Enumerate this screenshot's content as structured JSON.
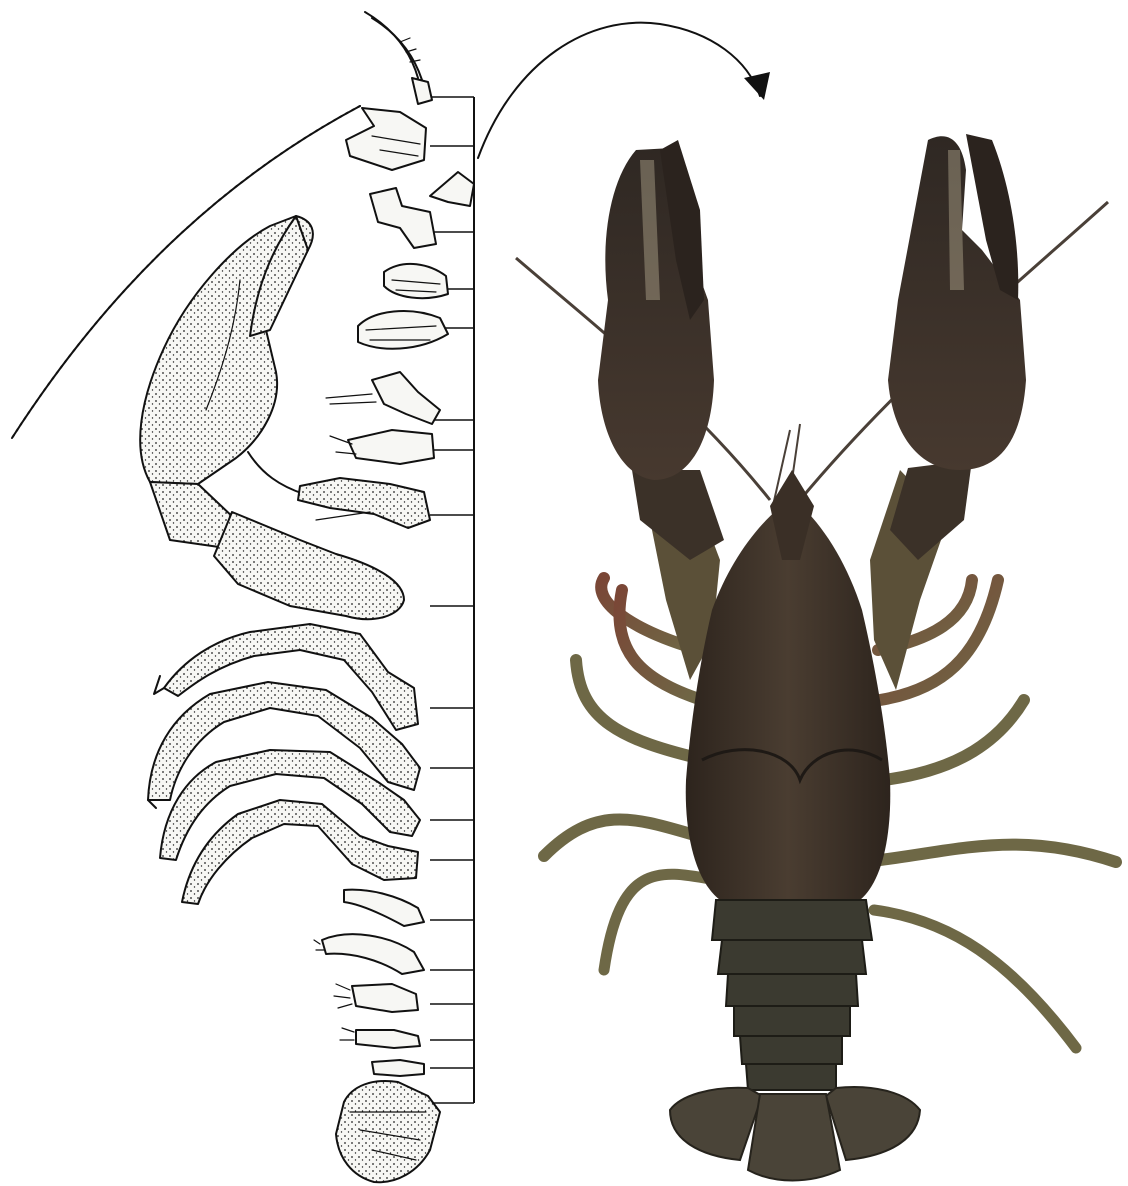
{
  "figure": {
    "drawing": {
      "appendages": [
        {
          "id": "antennule",
          "icon": "antennule-icon",
          "tick_y": 97
        },
        {
          "id": "antenna",
          "icon": "antenna-icon",
          "tick_y": 146
        },
        {
          "id": "mandible",
          "icon": "mandible-icon",
          "tick_y": 232
        },
        {
          "id": "maxilla-1",
          "icon": "maxilla-icon",
          "tick_y": 289
        },
        {
          "id": "maxilla-2",
          "icon": "maxilla-icon",
          "tick_y": 328
        },
        {
          "id": "maxilliped-1",
          "icon": "maxilliped-icon",
          "tick_y": 420
        },
        {
          "id": "maxilliped-2",
          "icon": "maxilliped-icon",
          "tick_y": 450
        },
        {
          "id": "maxilliped-3",
          "icon": "maxilliped-icon",
          "tick_y": 515
        },
        {
          "id": "cheliped",
          "icon": "claw-icon",
          "tick_y": 606
        },
        {
          "id": "walking-leg-1",
          "icon": "walking-leg-icon",
          "tick_y": 708
        },
        {
          "id": "walking-leg-2",
          "icon": "walking-leg-icon",
          "tick_y": 768
        },
        {
          "id": "walking-leg-3",
          "icon": "walking-leg-icon",
          "tick_y": 820
        },
        {
          "id": "walking-leg-4",
          "icon": "walking-leg-icon",
          "tick_y": 860
        },
        {
          "id": "swimmeret-1",
          "icon": "swimmeret-icon",
          "tick_y": 920
        },
        {
          "id": "swimmeret-2",
          "icon": "swimmeret-icon",
          "tick_y": 970
        },
        {
          "id": "swimmeret-3",
          "icon": "swimmeret-icon",
          "tick_y": 1004
        },
        {
          "id": "swimmeret-4",
          "icon": "swimmeret-icon",
          "tick_y": 1040
        },
        {
          "id": "swimmeret-5",
          "icon": "swimmeret-icon",
          "tick_y": 1068
        },
        {
          "id": "uropod",
          "icon": "uropod-icon",
          "tick_y": 1103
        }
      ]
    },
    "arrow": {
      "icon": "curved-arrow-icon"
    },
    "photo": {
      "icon": "crayfish-photo-icon"
    },
    "colors": {
      "ink": "#111111",
      "shell_dark": "#3b3128",
      "shell_mid": "#5a4a3c",
      "leg_olive": "#6e6846",
      "leg_red": "#7a4636"
    }
  }
}
